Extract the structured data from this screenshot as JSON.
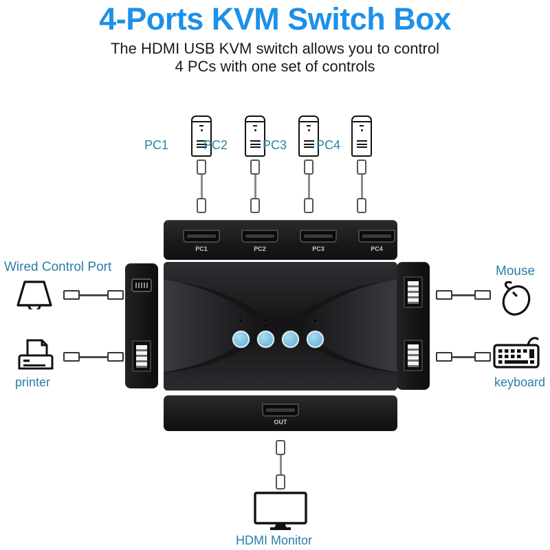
{
  "header": {
    "title": "4-Ports KVM Switch Box",
    "subtitle_line1": "The HDMI USB KVM switch allows you to control",
    "subtitle_line2": "4 PCs with one set of controls",
    "title_color": "#1E90E8",
    "subtitle_color": "#1a1a1a"
  },
  "colors": {
    "label": "#2A7FA8",
    "button": "#7cc3e2",
    "chassis": "#141416"
  },
  "sources": {
    "label_color": "#2A7FA8",
    "items": [
      {
        "label": "PC1",
        "icon": "pc-tower-icon"
      },
      {
        "label": "PC2",
        "icon": "pc-tower-icon"
      },
      {
        "label": "PC3",
        "icon": "pc-tower-icon"
      },
      {
        "label": "PC4",
        "icon": "pc-tower-icon"
      }
    ]
  },
  "device": {
    "input_ports": [
      {
        "label": "PC1",
        "type": "hdmi"
      },
      {
        "label": "PC2",
        "type": "hdmi"
      },
      {
        "label": "PC3",
        "type": "hdmi"
      },
      {
        "label": "PC4",
        "type": "hdmi"
      }
    ],
    "output_port": {
      "label": "OUT",
      "type": "hdmi"
    },
    "buttons": [
      {
        "name": "select-button-1"
      },
      {
        "name": "select-button-2"
      },
      {
        "name": "select-button-3"
      },
      {
        "name": "select-button-4"
      }
    ],
    "left_ports": [
      {
        "type": "mini-usb",
        "for": "Wired Control Port"
      },
      {
        "type": "usb-a",
        "for": "printer"
      }
    ],
    "right_ports": [
      {
        "type": "usb-a",
        "for": "Mouse"
      },
      {
        "type": "usb-a",
        "for": "keyboard"
      }
    ]
  },
  "peripherals": {
    "left": [
      {
        "label": "Wired Control Port",
        "icon": "wired-remote-icon"
      },
      {
        "label": "printer",
        "icon": "printer-icon"
      }
    ],
    "right": [
      {
        "label": "Mouse",
        "icon": "mouse-icon"
      },
      {
        "label": "keyboard",
        "icon": "keyboard-icon"
      }
    ],
    "bottom": [
      {
        "label": "HDMI Monitor",
        "icon": "monitor-icon"
      }
    ]
  }
}
